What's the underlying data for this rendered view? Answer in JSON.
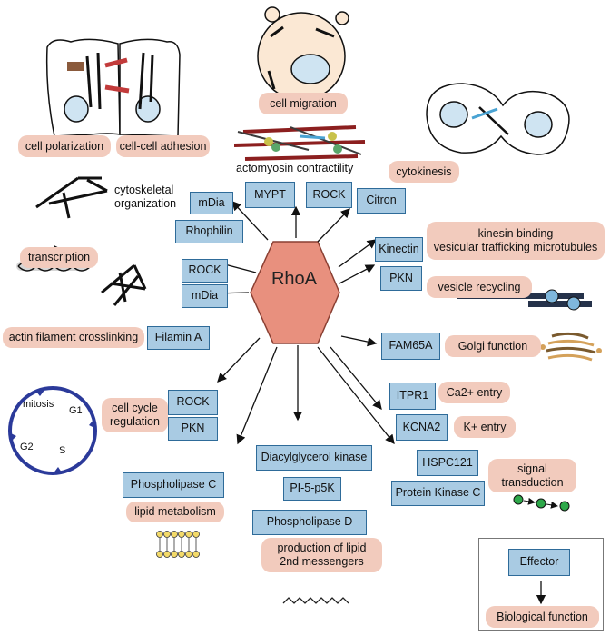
{
  "center": {
    "label": "RhoA"
  },
  "effectors": {
    "mdia_top": "mDia",
    "rhophilin": "Rhophilin",
    "mypt": "MYPT",
    "rock_top": "ROCK",
    "citron": "Citron",
    "rock_left": "ROCK",
    "mdia_left": "mDia",
    "filamin": "Filamin A",
    "kinectin": "Kinectin",
    "pkn_right": "PKN",
    "fam65a": "FAM65A",
    "rock_cc": "ROCK",
    "pkn_cc": "PKN",
    "itpr1": "ITPR1",
    "kcna2": "KCNA2",
    "hspc121": "HSPC121",
    "pkc": "Protein Kinase C",
    "plc": "Phospholipase C",
    "dgk": "Diacylglycerol kinase",
    "pi5p5k": "PI-5-p5K",
    "pld": "Phospholipase D"
  },
  "functions": {
    "cell_migration": "cell migration",
    "cell_polarization": "cell polarization",
    "cell_adhesion": "cell-cell adhesion",
    "cytokinesis": "cytokinesis",
    "transcription": "transcription",
    "actin_crosslinking": "actin filament crosslinking",
    "kinesin_line1": "kinesin binding",
    "kinesin_line2": "vesicular trafficking microtubules",
    "vesicle_recycling": "vesicle recycling",
    "golgi": "Golgi function",
    "cell_cycle_line1": "cell cycle",
    "cell_cycle_line2": "regulation",
    "ca_entry": "Ca2+ entry",
    "k_entry": "K+ entry",
    "signal_line1": "signal",
    "signal_line2": "transduction",
    "lipid_metabolism": "lipid metabolism",
    "lipid_2nd_line1": "production of lipid",
    "lipid_2nd_line2": "2nd messengers"
  },
  "plain_text": {
    "actomyosin": "actomyosin contractility",
    "cytoskeletal_line1": "cytoskeletal",
    "cytoskeletal_line2": "organization"
  },
  "cell_cycle": {
    "mitosis": "mitosis",
    "g1": "G1",
    "g2": "G2",
    "s": "S"
  },
  "legend": {
    "effector": "Effector",
    "biological_function": "Biological function"
  },
  "colors": {
    "effector_fill": "#a9cbe3",
    "effector_border": "#2e6b99",
    "function_fill": "#f2cbbd",
    "hexagon_fill": "#e8907e"
  }
}
